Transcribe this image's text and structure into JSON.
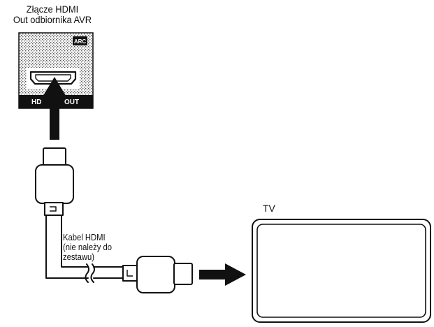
{
  "receiver": {
    "connector_label_line1": "Złącze HDMI",
    "connector_label_line2": "Out odbiornika AVR",
    "arc_badge": "ARC",
    "port_label_left": "HD",
    "port_label_right": "OUT"
  },
  "cable": {
    "label_line1": "Kabel HDMI",
    "label_line2": "(nie należy do",
    "label_line3": "zestawu)"
  },
  "tv": {
    "label": "TV"
  }
}
